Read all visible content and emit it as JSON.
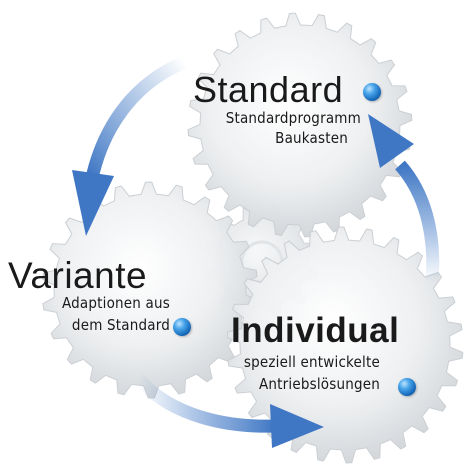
{
  "standard": {
    "title": "Standard",
    "line1": "Standardprogramm",
    "line2": "Baukasten"
  },
  "variante": {
    "title": "Variante",
    "line1": "Adaptionen aus",
    "line2": "dem Standard"
  },
  "individual": {
    "title": "Individual",
    "line1": "speziell entwickelte",
    "line2": "Antriebslösungen"
  },
  "colors": {
    "gear_light": "#f4f5f6",
    "gear_mid": "#dfe2e5",
    "gear_dark": "#c4c8cc",
    "arrow": "#4a7fc8",
    "bullet": "#1e73c8"
  }
}
